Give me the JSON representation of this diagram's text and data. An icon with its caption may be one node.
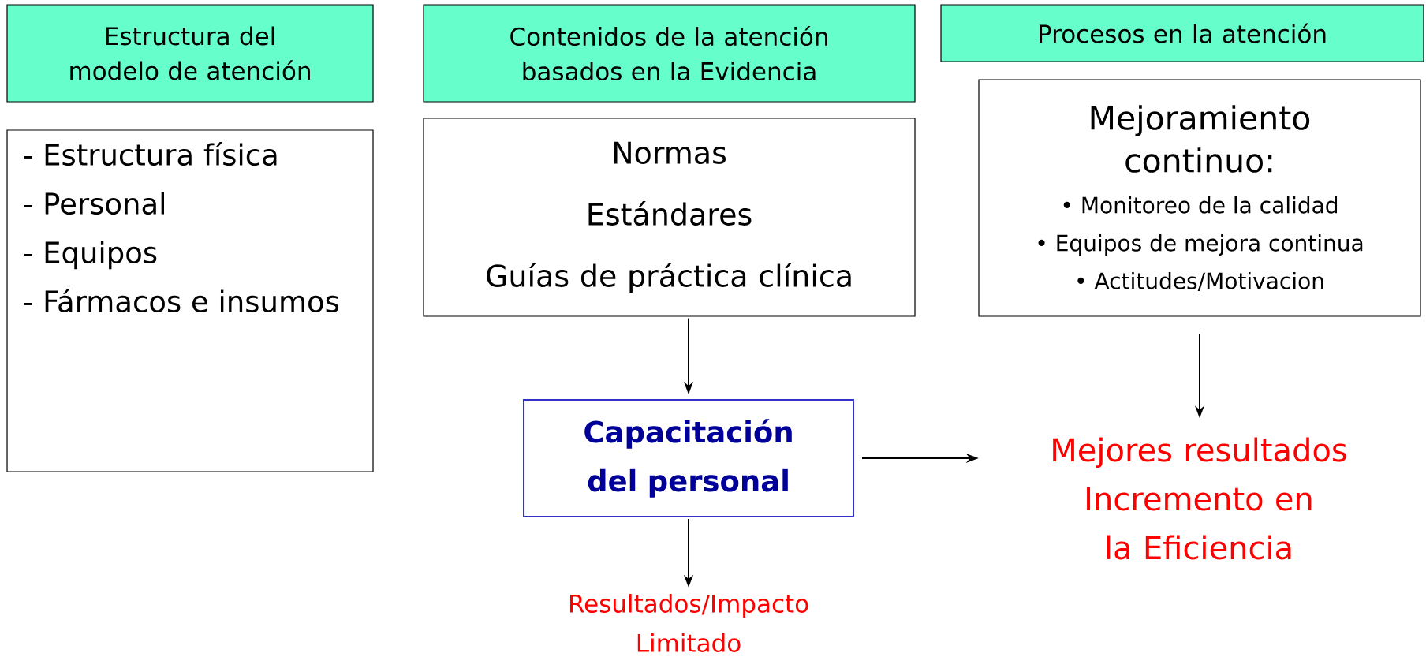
{
  "diagram": {
    "nodes": [
      {
        "text": [
          "Estructura del modelo de atención"
        ]
      },
      {
        "text": [
          "Contenidos de la atención basados en la Evidencia"
        ]
      },
      {
        "text": [
          "Procesos en la atención"
        ]
      },
      {
        "text": [
          "- Estructura física",
          "- Personal",
          "- Equipos",
          "- Fármacos e insumos"
        ]
      },
      {
        "text": [
          "Normas",
          "Estándares",
          "Guías de práctica clínica"
        ]
      },
      {
        "text": [
          "Mejoramiento continuo:",
          "• Monitoreo de la calidad",
          "• Equipos de mejora continua",
          "• Actitudes/Motivacion"
        ]
      },
      {
        "text": [
          "Capacitación del personal"
        ]
      },
      {
        "text": [
          "Mejores resultados Incremento en la Eficiencia"
        ]
      },
      {
        "text": [
          "Resultados/Impacto Limitado"
        ]
      }
    ],
    "edges": [
      {
        "from": 4,
        "to": 6,
        "arrow": "to"
      },
      {
        "from": 6,
        "to": 8,
        "arrow": "to"
      },
      {
        "from": 6,
        "to": 7,
        "arrow": "to"
      },
      {
        "from": 5,
        "to": 7,
        "arrow": "to"
      }
    ]
  }
}
